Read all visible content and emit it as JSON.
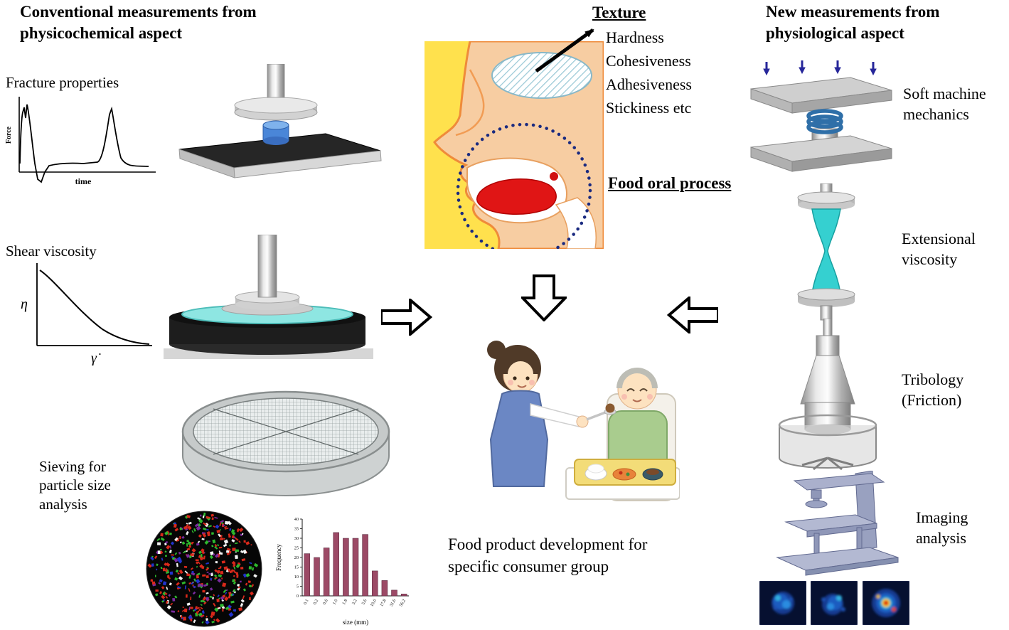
{
  "left": {
    "header": "Conventional measurements from physicochemical aspect",
    "fracture": {
      "label": "Fracture properties",
      "ylabel": "Force",
      "xlabel": "time"
    },
    "shear": {
      "label": "Shear viscosity",
      "ylabel": "η",
      "xlabel": "γ̇"
    },
    "sieving_label": "Sieving for particle size analysis",
    "particle_palette": [
      [
        "#d8291b",
        0.4
      ],
      [
        "#2eb82e",
        0.22
      ],
      [
        "#7a2a9e",
        0.12
      ],
      [
        "#2233cc",
        0.1
      ],
      [
        "#f2f2f2",
        0.16
      ]
    ]
  },
  "chart_data": {
    "type": "bar",
    "categories": [
      "0.1",
      "0.2",
      "0.6",
      "1.0",
      "1.8",
      "3.2",
      "5.6",
      "10.0",
      "17.8",
      "31.6",
      "56.2"
    ],
    "values": [
      22,
      20,
      25,
      33,
      30,
      30,
      32,
      13,
      8,
      3,
      1
    ],
    "ylabel": "Frequency",
    "xlabel": "size (mm)",
    "ylim": [
      0,
      40
    ],
    "yticks": [
      0,
      5,
      10,
      15,
      20,
      25,
      30,
      35,
      40
    ],
    "bar_color": "#9c4a66",
    "grid": false,
    "legend": "none"
  },
  "center": {
    "texture_title": "Texture",
    "texture_items": [
      "Hardness",
      "Cohesiveness",
      "Adhesiveness",
      "Stickiness etc"
    ],
    "oral_process_label": "Food oral process",
    "development_text": "Food product development for specific consumer group"
  },
  "right": {
    "header": "New measurements from physiological aspect",
    "soft_machine_label": "Soft machine mechanics",
    "extensional_label": "Extensional viscosity",
    "tribology_label": "Tribology (Friction)",
    "imaging_label": "Imaging analysis"
  },
  "palette": {
    "sample_blue": "#4a86d8",
    "rheometer_cyan": "#8ee6e2",
    "fluid_cyan": "#35d0d0",
    "arrow_navy": "#26269a",
    "machine_blue_gray": "#9aa2c2",
    "mouth_bg_yellow": "#ffe14d",
    "tongue_red": "#e01515",
    "bar_maroon": "#9c4a66"
  }
}
